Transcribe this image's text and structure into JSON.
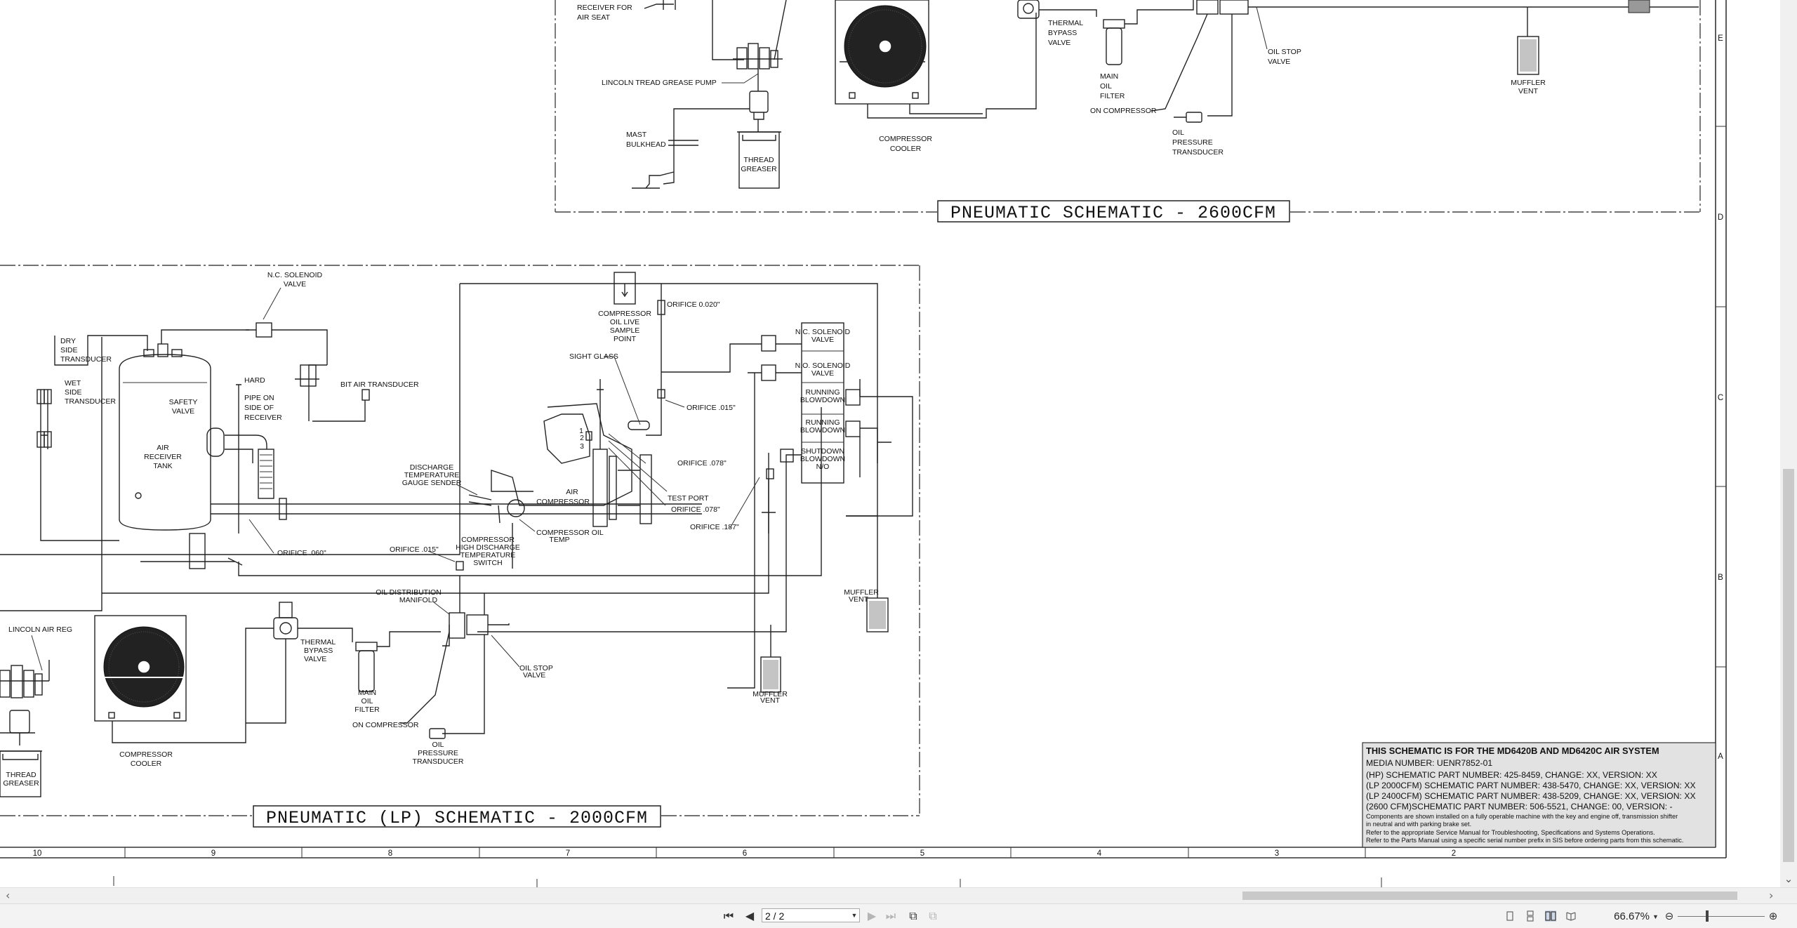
{
  "document": {
    "title_2600": "PNEUMATIC SCHEMATIC - 2600CFM",
    "title_2000": "PNEUMATIC (LP) SCHEMATIC - 2000CFM",
    "zone_letters": [
      "E",
      "D",
      "C",
      "B",
      "A"
    ],
    "column_numbers": [
      "10",
      "9",
      "8",
      "7",
      "6",
      "5",
      "4",
      "3",
      "2"
    ],
    "labels_top": {
      "receiver_for_air_seat": [
        "RECEIVER FOR",
        "AIR SEAT"
      ],
      "lincoln_grease_pump": "LINCOLN TREAD GREASE PUMP",
      "mast_bulkhead": [
        "MAST",
        "BULKHEAD"
      ],
      "thread_greaser": [
        "THREAD",
        "GREASER"
      ],
      "compressor_cooler": [
        "COMPRESSOR",
        "COOLER"
      ],
      "thermal_bypass_valve": [
        "THERMAL",
        "BYPASS",
        "VALVE"
      ],
      "main_oil_filter": [
        "MAIN",
        "OIL",
        "FILTER"
      ],
      "on_compressor": "ON COMPRESSOR",
      "oil_pressure_transducer": [
        "OIL",
        "PRESSURE",
        "TRANSDUCER"
      ],
      "oil_stop_valve": [
        "OIL STOP",
        "VALVE"
      ],
      "muffler_vent": [
        "MUFFLER",
        "VENT"
      ]
    },
    "labels_lp": {
      "nc_solenoid_valve": [
        "N.C. SOLENOID",
        "VALVE"
      ],
      "dry_side_transducer": [
        "DRY",
        "SIDE",
        "TRANSDUCER"
      ],
      "wet_side_transducer": [
        "WET",
        "SIDE",
        "TRANSDUCER"
      ],
      "safety_valve": [
        "SAFETY",
        "VALVE"
      ],
      "air_receiver_tank": [
        "AIR",
        "RECEIVER",
        "TANK"
      ],
      "hard_pipe": [
        "HARD",
        "PIPE  ON",
        "SIDE  OF",
        "RECEIVER"
      ],
      "bit_air_transducer": "BIT AIR TRANSDUCER",
      "compressor_oil_sample": [
        "COMPRESSOR",
        "OIL  LIVE",
        "SAMPLE",
        "POINT"
      ],
      "orifice_020": "ORIFICE 0.020\"",
      "sight_glass": "SIGHT GLASS",
      "orifice_015a": "ORIFICE .015\"",
      "orifice_078a": "ORIFICE .078\"",
      "orifice_078b": "ORIFICE .078\"",
      "orifice_187": "ORIFICE .187\"",
      "orifice_060": "ORIFICE .060\"",
      "orifice_015b": "ORIFICE .015\"",
      "test_port": "TEST PORT",
      "discharge_temp_sender": [
        "DISCHARGE",
        "TEMPERATURE",
        "GAUGE SENDER"
      ],
      "air_compressor": [
        "AIR",
        "COMPRESSOR"
      ],
      "compressor_oil_temp": [
        "COMPRESSOR OIL",
        "TEMP"
      ],
      "compressor_high_discharge": [
        "COMPRESSOR",
        "HIGH   DISCHARGE",
        "TEMPERATURE",
        "SWITCH"
      ],
      "nc_solenoid_1": [
        "N.C. SOLENOID",
        "VALVE"
      ],
      "nc_solenoid_2": [
        "N.O. SOLENOID",
        "VALVE"
      ],
      "running_blowdown_1": [
        "RUNNING",
        "BLOWDOWN"
      ],
      "running_blowdown_2": [
        "RUNNING",
        "BLOWDOWN"
      ],
      "shutdown_blowdown": [
        "SHUTDOWN",
        "BLOWDOWN",
        "N/O"
      ],
      "muffler_vent_a": [
        "MUFFLER",
        "VENT"
      ],
      "muffler_vent_b": [
        "MUFFLER",
        "VENT"
      ],
      "oil_distribution_manifold": [
        "OIL  DISTRIBUTION",
        "MANIFOLD"
      ],
      "lincoln_air_reg": "LINCOLN AIR REG",
      "thermal_bypass_valve": [
        "THERMAL",
        "BYPASS",
        "VALVE"
      ],
      "main_oil_filter": [
        "MAIN",
        "OIL",
        "FILTER"
      ],
      "on_compressor": "ON COMPRESSOR",
      "oil_pressure_transducer": [
        "OIL",
        "PRESSURE",
        "TRANSDUCER"
      ],
      "oil_stop_valve": [
        "OIL STOP",
        "VALVE"
      ],
      "compressor_cooler": [
        "COMPRESSOR",
        "COOLER"
      ],
      "thread_greaser": [
        "THREAD",
        "GREASER"
      ]
    },
    "info_box": {
      "line1": "THIS SCHEMATIC IS FOR THE MD6420B AND MD6420C AIR SYSTEM",
      "line2": "MEDIA NUMBER: UENR7852-01",
      "line3": "(HP) SCHEMATIC PART NUMBER: 425-8459, CHANGE: XX, VERSION: XX",
      "line4": "(LP 2000CFM) SCHEMATIC PART NUMBER: 438-5470, CHANGE: XX, VERSION: XX",
      "line5": "(LP 2400CFM) SCHEMATIC PART NUMBER: 438-5209, CHANGE: XX, VERSION: XX",
      "line6": "(2600 CFM)SCHEMATIC PART NUMBER: 506-5521, CHANGE: 00, VERSION: -",
      "line7": "Components are shown installed on a fully operable machine with the key and engine off, transmission shifter",
      "line8": "in neutral and with parking brake set.",
      "line9": "Refer to the appropriate Service Manual for Troubleshooting, Specifications and Systems Operations.",
      "line10": "Refer to the Parts Manual using a specific serial number prefix in SIS before ordering parts from this schematic."
    }
  },
  "toolbar": {
    "page_value": "2 / 2",
    "zoom_value": "66.67%"
  },
  "icons": {
    "first_page": "first-page-icon",
    "prev_page": "prev-page-icon",
    "next_page": "next-page-icon",
    "last_page": "last-page-icon",
    "zoom_out": "zoom-out-icon",
    "zoom_in": "zoom-in-icon"
  }
}
